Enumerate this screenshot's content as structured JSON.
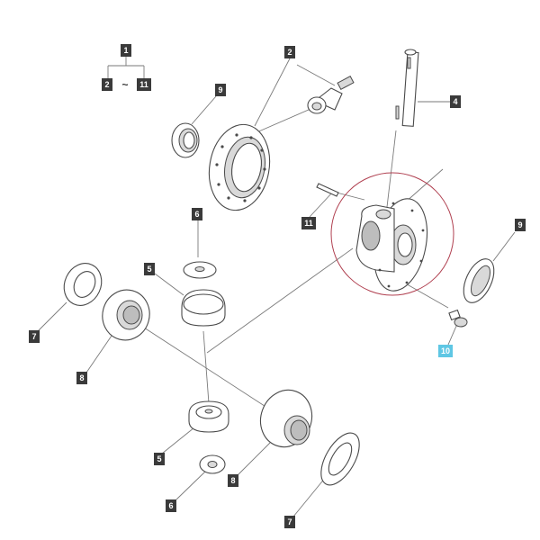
{
  "diagram": {
    "range_note": {
      "from": "2",
      "separator": "~",
      "to": "11",
      "group": "1"
    },
    "callouts": [
      {
        "key": "c1",
        "text": "1",
        "highlight": false
      },
      {
        "key": "c2a",
        "text": "2",
        "highlight": false
      },
      {
        "key": "c2b",
        "text": "2",
        "highlight": false
      },
      {
        "key": "c11a",
        "text": "11",
        "highlight": false
      },
      {
        "key": "c11b",
        "text": "11",
        "highlight": false
      },
      {
        "key": "c9a",
        "text": "9",
        "highlight": false
      },
      {
        "key": "c9b",
        "text": "9",
        "highlight": false
      },
      {
        "key": "c4",
        "text": "4",
        "highlight": false
      },
      {
        "key": "c6a",
        "text": "6",
        "highlight": false
      },
      {
        "key": "c6b",
        "text": "6",
        "highlight": false
      },
      {
        "key": "c5a",
        "text": "5",
        "highlight": false
      },
      {
        "key": "c5b",
        "text": "5",
        "highlight": false
      },
      {
        "key": "c7a",
        "text": "7",
        "highlight": false
      },
      {
        "key": "c7b",
        "text": "7",
        "highlight": false
      },
      {
        "key": "c8a",
        "text": "8",
        "highlight": false
      },
      {
        "key": "c8b",
        "text": "8",
        "highlight": false
      },
      {
        "key": "c10",
        "text": "10",
        "highlight": true
      }
    ],
    "colors": {
      "highlight": "#5fc7e4",
      "label": "#3a3a3a",
      "circle": "#b04050"
    }
  }
}
